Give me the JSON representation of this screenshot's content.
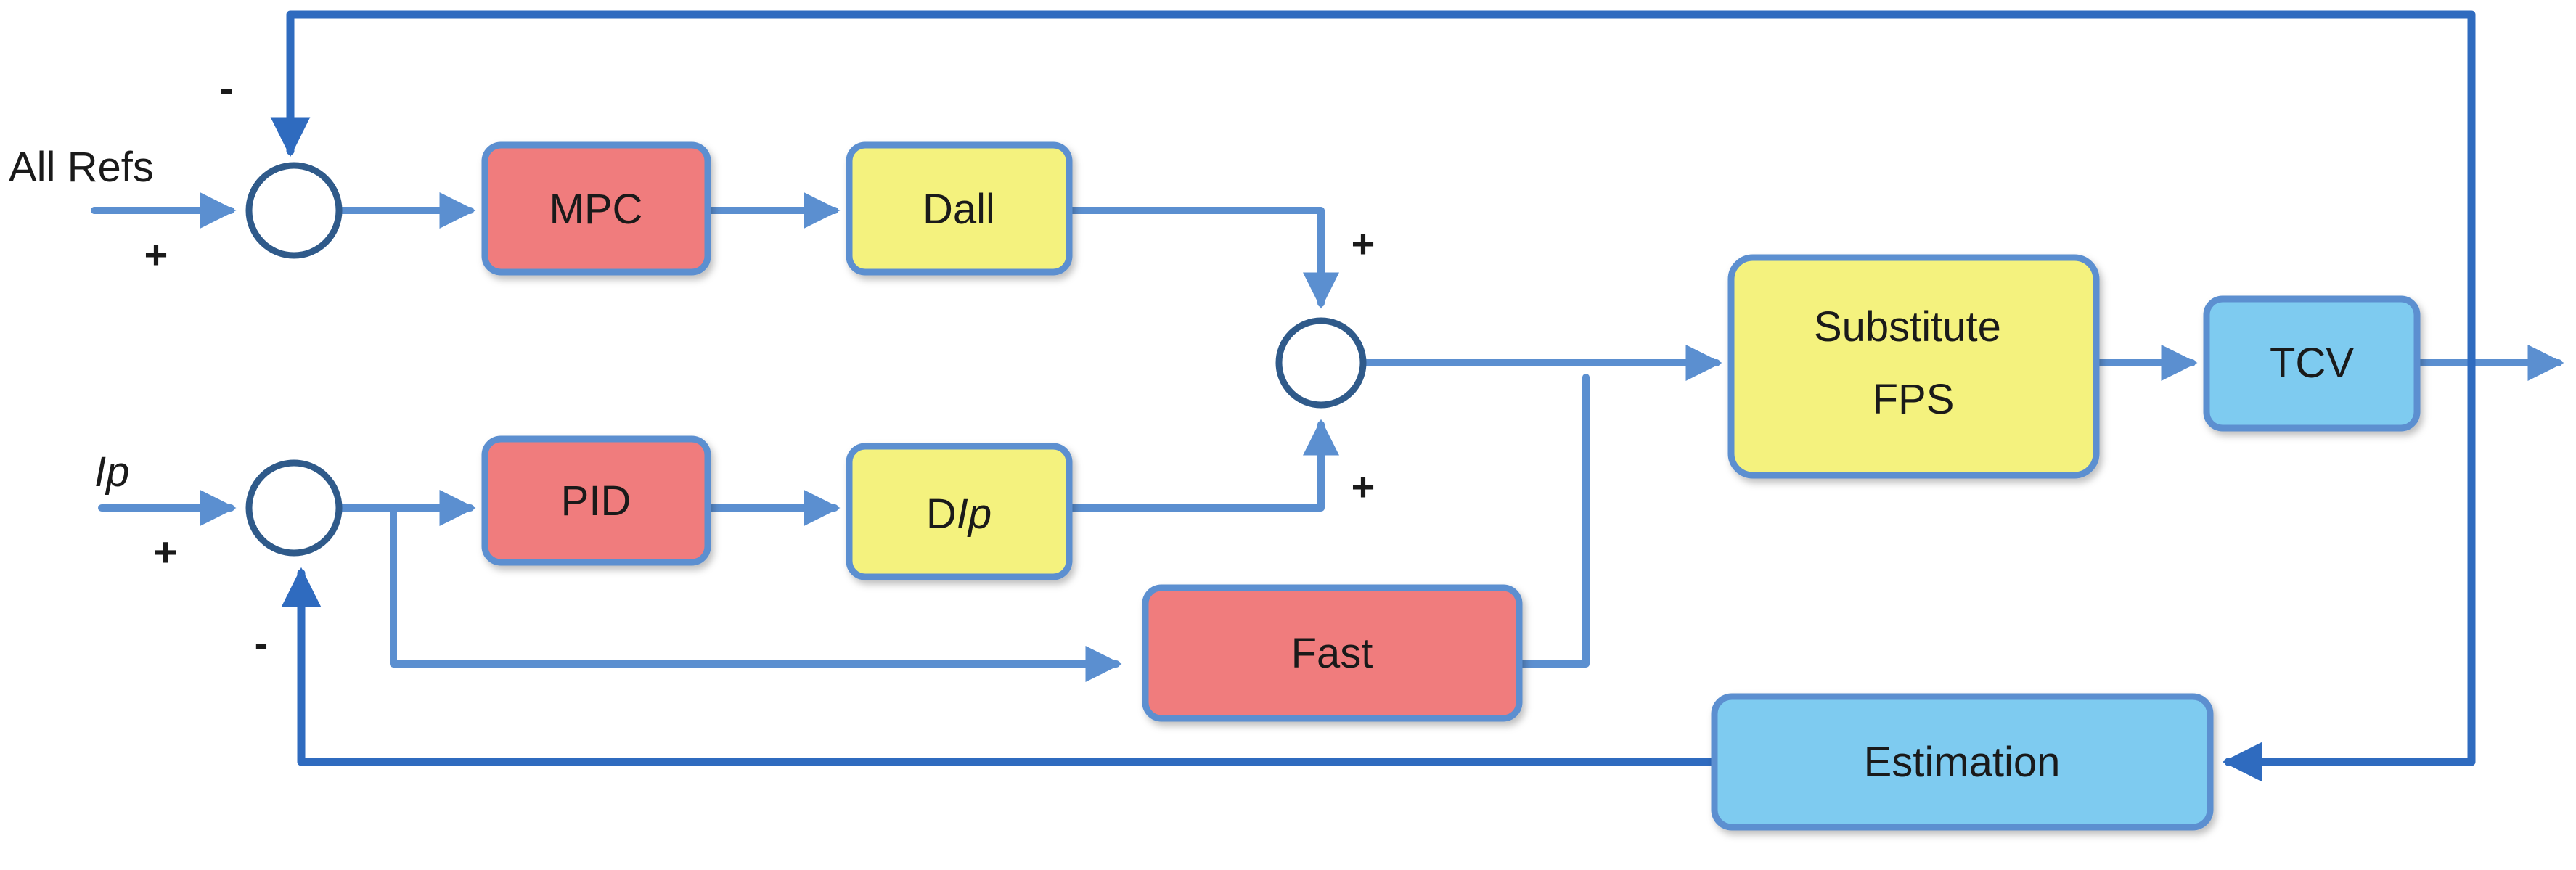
{
  "colors": {
    "signal_line": "#5b8fd0",
    "feedback_line": "#2f6bbf",
    "box_border": "#5b8fd0",
    "controller_fill": "#f07b7d",
    "filter_fill": "#f4f27e",
    "plant_fill": "#7ecbf0",
    "junction_fill": "#ffffff",
    "junction_border": "#2f5a8a"
  },
  "inputs": {
    "all_refs": "All Refs",
    "ip": "Ip"
  },
  "blocks": {
    "mpc": "MPC",
    "dall": "Dall",
    "pid": "PID",
    "dip_prefix": "D",
    "dip_italic": "Ip",
    "fast": "Fast",
    "substitute_line1": "Substitute",
    "substitute_line2": "FPS",
    "tcv": "TCV",
    "estimation": "Estimation"
  },
  "signs": {
    "sum1_top": "-",
    "sum1_bottom": "+",
    "sum3_top": "+",
    "sum3_bottom": "+",
    "sum2_bottom_input": "+",
    "sum2_feedback": "-"
  },
  "icons": {
    "summing_junction": "circle",
    "arrowhead": "triangle"
  }
}
